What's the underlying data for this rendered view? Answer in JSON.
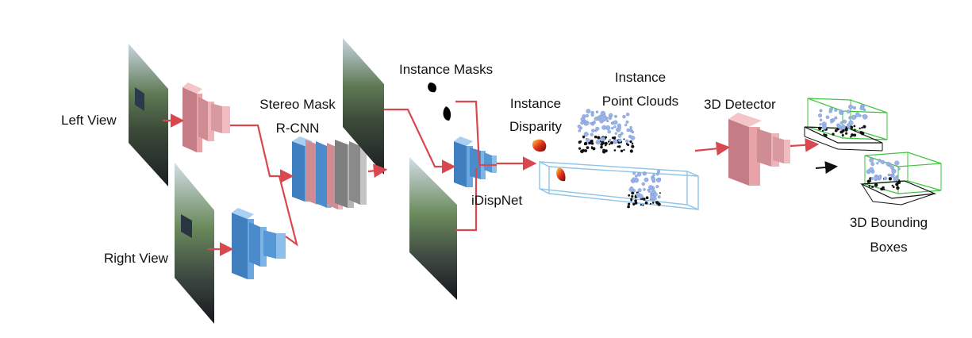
{
  "diagram": {
    "labels": {
      "left_view": "Left View",
      "right_view": "Right View",
      "stereo_mask_rcnn_line1": "Stereo Mask",
      "stereo_mask_rcnn_line2": "R-CNN",
      "instance_masks": "Instance Masks",
      "instance_disparity_line1": "Instance",
      "instance_disparity_line2": "Disparity",
      "idispnet": "iDispNet",
      "instance_point_clouds_line1": "Instance",
      "instance_point_clouds_line2": "Point Clouds",
      "detector_3d": "3D Detector",
      "bounding_boxes_line1": "3D Bounding",
      "bounding_boxes_line2": "Boxes"
    },
    "colors": {
      "arrow": "#d9474f",
      "backbone_pink": "#e8a3a9",
      "backbone_blue": "#5b9bd8",
      "rcnn_gray": "#9a9a9a",
      "detector_pink": "#d9888f",
      "point_blue": "#9bb4e8",
      "box_green": "#3cc43c"
    }
  }
}
